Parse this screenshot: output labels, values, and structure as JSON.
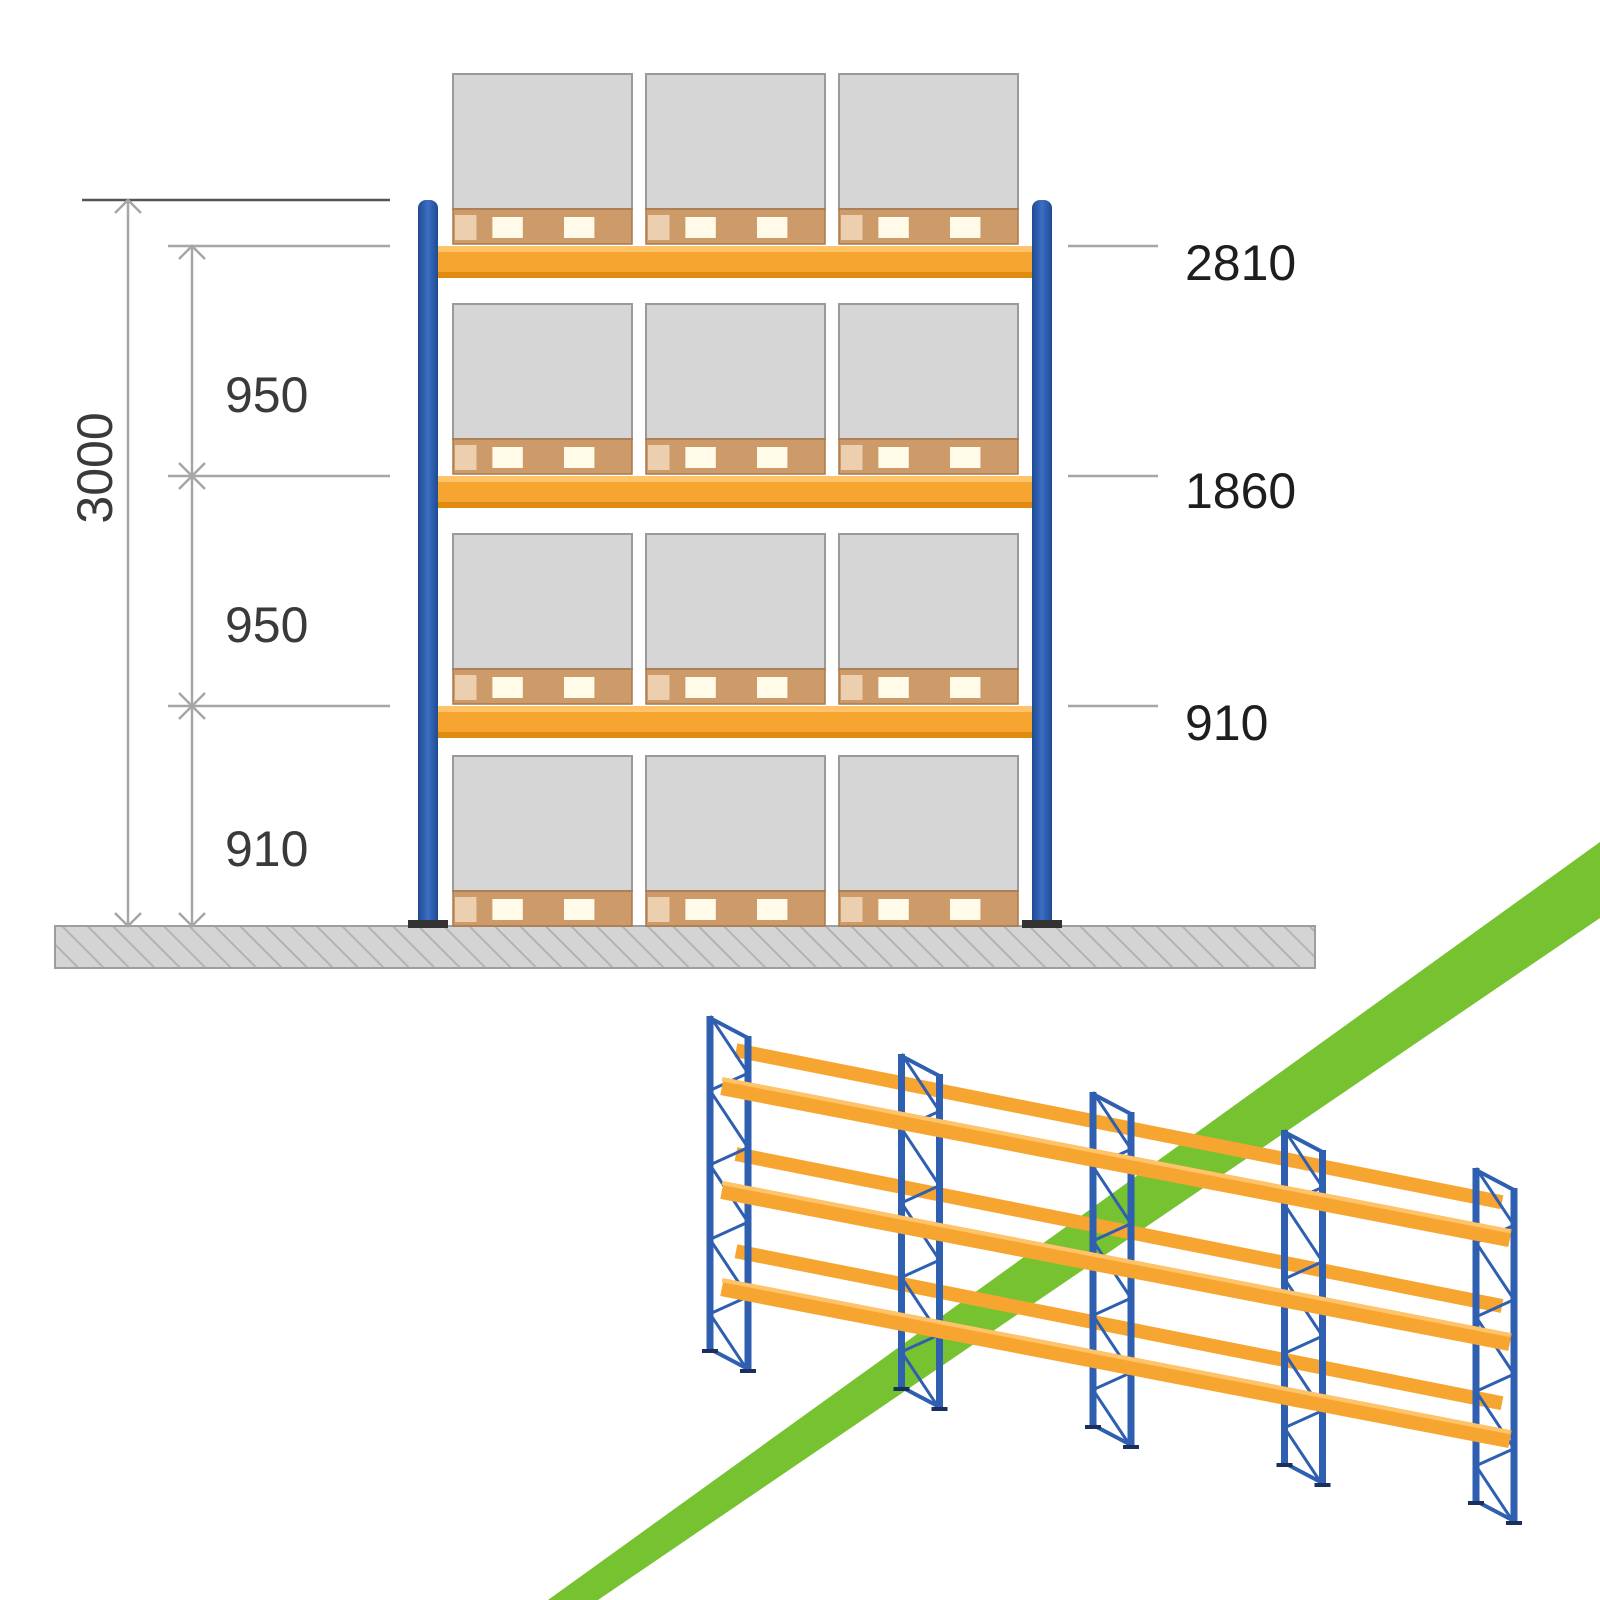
{
  "diagram": {
    "total_height_label": "3000",
    "left_dimensions": [
      {
        "id": "top",
        "label": "950"
      },
      {
        "id": "middle",
        "label": "950"
      },
      {
        "id": "bottom",
        "label": "910"
      }
    ],
    "beam_levels": [
      {
        "id": "level-3",
        "label": "2810"
      },
      {
        "id": "level-2",
        "label": "1860"
      },
      {
        "id": "level-1",
        "label": "910"
      }
    ],
    "pallets_per_level": 3,
    "storage_levels": 4,
    "colors": {
      "upright": "#2f5fb0",
      "beam": "#f7a531",
      "pallet_wood": "#cd9a6a",
      "load_box": "#d6d6d6",
      "floor": "#cfcfcf",
      "dimension_line": "#b5b5b5",
      "accent_stripe": "#77c230"
    },
    "iso_rack": {
      "frames": 5,
      "beam_levels": 3
    }
  }
}
